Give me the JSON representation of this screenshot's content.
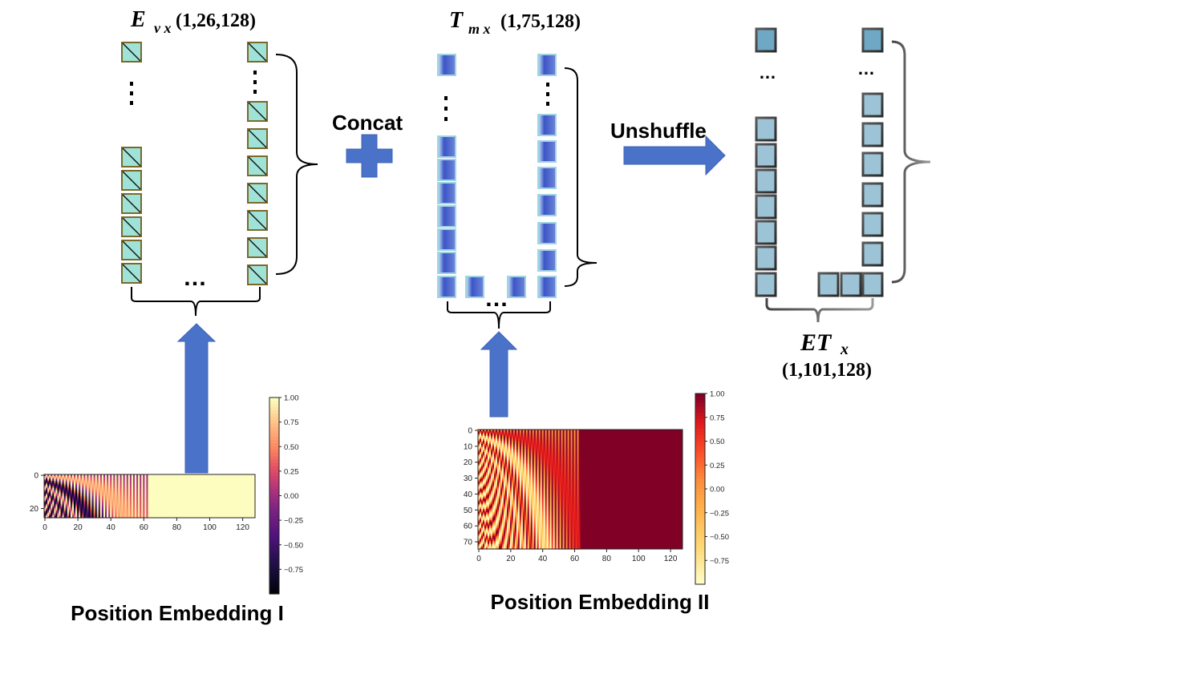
{
  "labels": {
    "ev_main": "E",
    "ev_sub": "v x",
    "ev_shape": "(1,26,128)",
    "tm_main": "T",
    "tm_sub": "m x",
    "tm_shape": "(1,75,128)",
    "et_main": "ET",
    "et_sub": "x",
    "et_shape": "(1,101,128)",
    "concat": "Concat",
    "unshuffle": "Unshuffle",
    "pe1": "Position Embedding I",
    "pe2": "Position Embedding II",
    "ellipsis": "…"
  },
  "heatmap1": {
    "cmap": "magma",
    "rows": 26,
    "cols": 128,
    "x_ticks": [
      "0",
      "20",
      "40",
      "60",
      "80",
      "100",
      "120"
    ],
    "y_ticks": [
      "0",
      "20"
    ],
    "colorbar_ticks": [
      "1.00",
      "0.75",
      "0.50",
      "0.25",
      "0.00",
      "−0.25",
      "−0.50",
      "−0.75"
    ]
  },
  "heatmap2": {
    "cmap": "YlOrRd",
    "rows": 75,
    "cols": 128,
    "x_ticks": [
      "0",
      "20",
      "40",
      "60",
      "80",
      "100",
      "120"
    ],
    "y_ticks": [
      "0",
      "10",
      "20",
      "30",
      "40",
      "50",
      "60",
      "70"
    ],
    "colorbar_ticks": [
      "1.00",
      "0.75",
      "0.50",
      "0.25",
      "0.00",
      "−0.25",
      "−0.50",
      "−0.75"
    ]
  },
  "colors": {
    "arrow": "#4a72c9",
    "cell_green": "#9fe3d8",
    "cell_green_border": "#7a6a2a",
    "cell_blue": "#3b55c7",
    "cell_grey_fill": "#9cc4d6",
    "cell_grey_border": "#3a3a3a"
  }
}
